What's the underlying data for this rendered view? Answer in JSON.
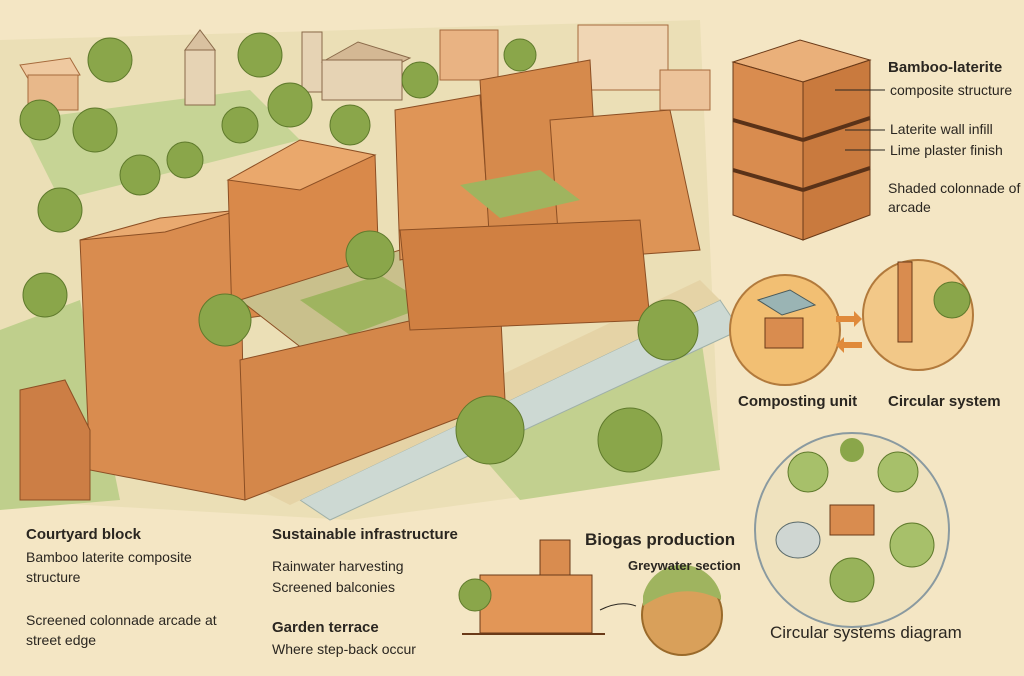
{
  "callouts": {
    "bamboo_laterite": "Bamboo-laterite",
    "composite_structure": "composite structure",
    "laterite_infill": "Laterite wall infill",
    "lime_plaster": "Lime plaster finish",
    "shaded_colonnade_1": "Shaded colonnade of",
    "shaded_colonnade_2": "arcade",
    "composting_unit": "Composting unit",
    "circular_system": "Circular system",
    "circular_diagram": "Circular systems diagram",
    "biogas": "Biogas production",
    "greywater": "Greywater section"
  },
  "legend": {
    "courtyard_title": "Courtyard block",
    "courtyard_line1": "Bamboo laterite composite",
    "courtyard_line2": "structure",
    "colonnade_line1": "Screened colonnade arcade at",
    "colonnade_line2": "street edge",
    "infra_title": "Sustainable infrastructure",
    "infra_line1": "Rainwater harvesting",
    "infra_line2": "Screened balconies",
    "terrace_title": "Garden terrace",
    "terrace_line1": "Where step-back occur"
  },
  "colors": {
    "paper": "#f4e6c4",
    "ground": "#e9dcb1",
    "grass": "#b5c785",
    "brick": "#d98c4f",
    "brick_light": "#e8a56a",
    "brick_dark": "#b86a35",
    "tree": "#8aa64a",
    "tree_dark": "#6f8a36",
    "road": "#cfdcd6",
    "ink": "#2a2620"
  }
}
